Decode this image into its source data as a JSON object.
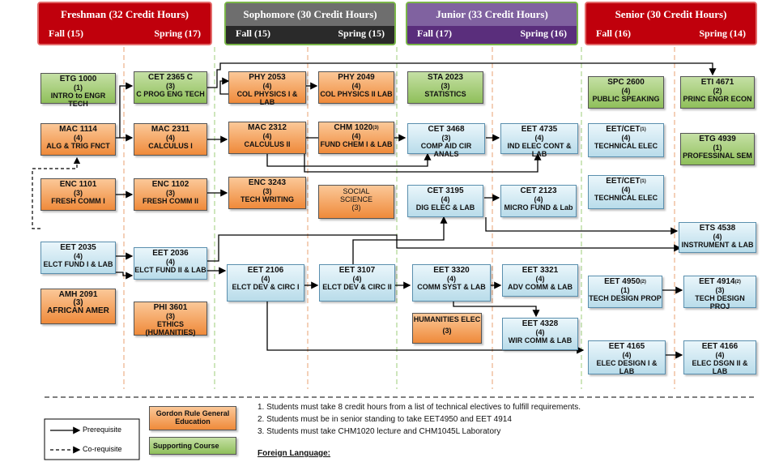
{
  "years": [
    {
      "title": "Freshman (32 Credit Hours)",
      "fall": "Fall (15)",
      "spring": "Spring (17)"
    },
    {
      "title": "Sophomore (30 Credit Hours)",
      "fall": "Fall (15)",
      "spring": "Spring (15)"
    },
    {
      "title": "Junior (33 Credit Hours)",
      "fall": "Fall (17)",
      "spring": "Spring (16)"
    },
    {
      "title": "Senior (30 Credit Hours)",
      "fall": "Fall (16)",
      "spring": "Spring (14)"
    }
  ],
  "courses": {
    "etg1000": {
      "code": "ETG 1000",
      "credits": "(1)",
      "name": "INTRO to ENGR TECH"
    },
    "mac1114": {
      "code": "MAC 1114",
      "credits": "(4)",
      "name": "ALG & TRIG FNCT"
    },
    "enc1101": {
      "code": "ENC 1101",
      "credits": "(3)",
      "name": "FRESH COMM I"
    },
    "eet2035": {
      "code": "EET 2035",
      "credits": "(4)",
      "name": "ELCT FUND I & LAB"
    },
    "amh2091": {
      "code": "AMH 2091",
      "credits": "(3)",
      "name": "AFRICAN AMER"
    },
    "cet2365": {
      "code": "CET 2365 C",
      "credits": "(3)",
      "name": "C PROG ENG TECH"
    },
    "mac2311": {
      "code": "MAC 2311",
      "credits": "(4)",
      "name": "CALCULUS I"
    },
    "enc1102": {
      "code": "ENC 1102",
      "credits": "(3)",
      "name": "FRESH COMM II"
    },
    "eet2036": {
      "code": "EET 2036",
      "credits": "(4)",
      "name": "ELCT FUND II & LAB"
    },
    "phi3601": {
      "code": "PHI 3601",
      "credits": "(3)",
      "name": "ETHICS (HUMANITIES)"
    },
    "phy2053": {
      "code": "PHY 2053",
      "credits": "(4)",
      "name": "COL PHYSICS I & LAB"
    },
    "mac2312": {
      "code": "MAC 2312",
      "credits": "(4)",
      "name": "CALCULUS II"
    },
    "enc3243": {
      "code": "ENC 3243",
      "credits": "(3)",
      "name": "TECH WRITING"
    },
    "eet2106": {
      "code": "EET 2106",
      "credits": "(4)",
      "name": "ELCT DEV & CIRC I"
    },
    "phy2049": {
      "code": "PHY 2049",
      "credits": "(4)",
      "name": "COL PHYSICS II LAB"
    },
    "chm1020": {
      "code": "CHM 1020",
      "sup": "(3)",
      "credits": "(4)",
      "name": "FUND CHEM I & LAB"
    },
    "social": {
      "code": "SOCIAL",
      "code2": "SCIENCE",
      "credits": "(3)"
    },
    "eet3107": {
      "code": "EET 3107",
      "credits": "(4)",
      "name": "ELCT DEV & CIRC II"
    },
    "sta2023": {
      "code": "STA 2023",
      "credits": "(3)",
      "name": "STATISTICS"
    },
    "cet3468": {
      "code": "CET 3468",
      "credits": "(3)",
      "name": "COMP AID CIR ANALS"
    },
    "cet3195": {
      "code": "CET 3195",
      "credits": "(4)",
      "name": "DIG ELEC & LAB"
    },
    "eet3320": {
      "code": "EET 3320",
      "credits": "(4)",
      "name": "COMM SYST & LAB"
    },
    "humanities": {
      "code": "HUMANITIES ELEC",
      "credits": "(3)"
    },
    "eet4735": {
      "code": "EET 4735",
      "credits": "(4)",
      "name": "IND ELEC CONT & LAB"
    },
    "cet2123": {
      "code": "CET 2123",
      "credits": "(4)",
      "name": "MICRO FUND & Lab"
    },
    "eet3321": {
      "code": "EET 3321",
      "credits": "(4)",
      "name": "ADV COMM & LAB"
    },
    "eet4328": {
      "code": "EET 4328",
      "credits": "(4)",
      "name": "WIR COMM & LAB"
    },
    "spc2600": {
      "code": "SPC 2600",
      "credits": "(4)",
      "name": "PUBLIC SPEAKING"
    },
    "techelec1": {
      "code": "EET/CET",
      "sup": "(1)",
      "credits": "(4)",
      "name": "TECHNICAL ELEC"
    },
    "techelec2": {
      "code": "EET/CET",
      "sup": "(1)",
      "credits": "(4)",
      "name": "TECHNICAL ELEC"
    },
    "eet4950": {
      "code": "EET 4950",
      "sup": "(2)",
      "credits": "(1)",
      "name": "TECH DESIGN PROP"
    },
    "eet4165": {
      "code": "EET 4165",
      "credits": "(4)",
      "name": "ELEC DESIGN I & LAB"
    },
    "eti4671": {
      "code": "ETI 4671",
      "credits": "(2)",
      "name": "PRINC ENGR ECON"
    },
    "etg4939": {
      "code": "ETG 4939",
      "credits": "(1)",
      "name": "PROFESSINAL SEM"
    },
    "ets4538": {
      "code": "ETS 4538",
      "credits": "(4)",
      "name": "INSTRUMENT & LAB"
    },
    "eet4914": {
      "code": "EET 4914",
      "sup": "(2)",
      "credits": "(3)",
      "name": "TECH DESIGN PROJ"
    },
    "eet4166": {
      "code": "EET 4166",
      "credits": "(4)",
      "name": "ELEC DSGN II & LAB"
    }
  },
  "legend": {
    "prerequisite": "Prerequisite",
    "corequisite": "Co-requisite",
    "gordon_rule": "Gordon Rule General Education",
    "supporting": "Supporting Course"
  },
  "notes": [
    "1. Students must take 8 credit hours from a list of technical electives to fulfill requirements.",
    "2. Students must be in senior standing to take EET4950 and EET 4914",
    "3. Students must take CHM1020 lecture and CHM1045L Laboratory"
  ],
  "foreign_language": "Foreign Language:",
  "colors": {
    "red": "#c0000c",
    "orange": "#ef8a3a",
    "green": "#8fbf5a",
    "blue": "#b9dcea"
  }
}
